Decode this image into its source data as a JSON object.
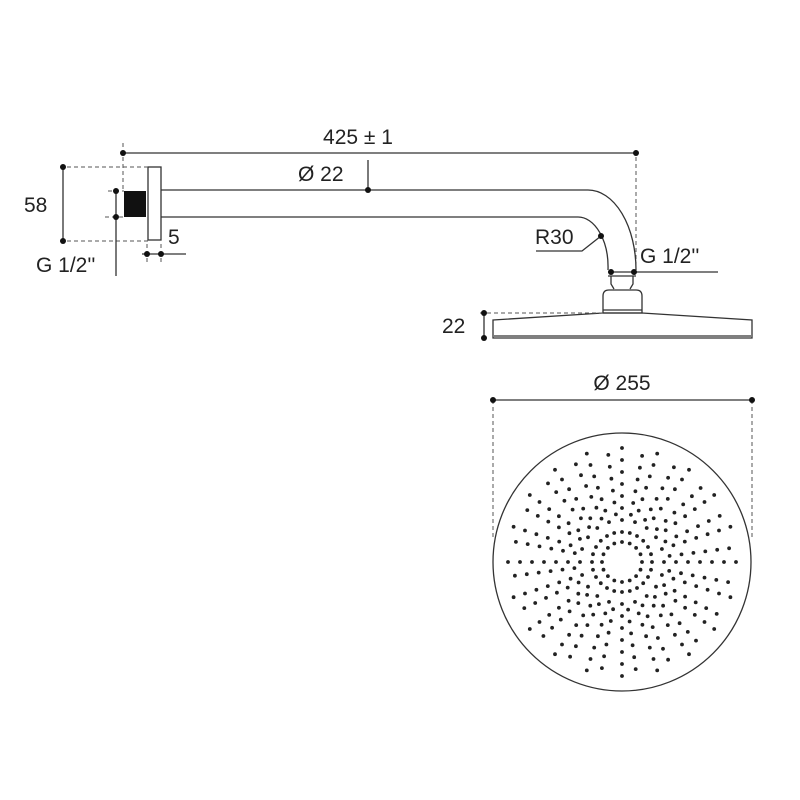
{
  "dimensions": {
    "arm_length": "425 ± 1",
    "arm_diameter": "Ø 22",
    "plate_height": "58",
    "wall_thread": "G 1/2''",
    "plate_thickness": "5",
    "bend_radius": "R30",
    "head_thread": "G 1/2''",
    "head_height": "22",
    "head_diameter": "Ø 255"
  },
  "colors": {
    "line": "#333333",
    "nozzle": "#222222"
  }
}
